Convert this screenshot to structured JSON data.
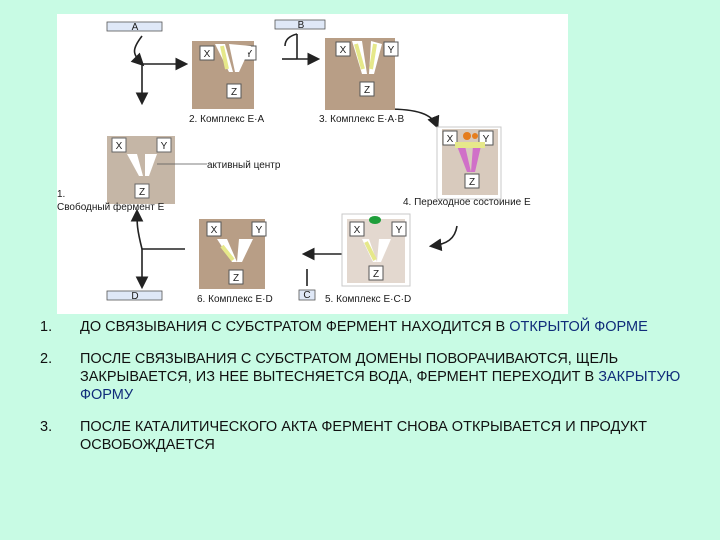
{
  "diagram": {
    "pointer_labels": [
      "A",
      "B",
      "D",
      "C"
    ],
    "states": [
      {
        "caption": "1.",
        "caption2": "Свободный фермент E"
      },
      {
        "caption": "2. Комплекс E·A"
      },
      {
        "caption": "3. Комплекс E·A·B"
      },
      {
        "caption": "4. Переходное состоиние E"
      },
      {
        "caption": "5. Комплекс E·C·D"
      },
      {
        "caption": "6. Комплекс E·D"
      }
    ],
    "active_center_label": "активный центр",
    "domain_letters": {
      "x": "X",
      "y": "Y",
      "z": "Z"
    }
  },
  "notes": [
    {
      "number": "1.",
      "text": "ДО СВЯЗЫВАНИЯ С СУБСТРАТОМ ФЕРМЕНТ НАХОДИТСЯ В ",
      "highlight": "ОТКРЫТОЙ ФОРМЕ",
      "tail": ""
    },
    {
      "number": "2.",
      "text": "ПОСЛЕ СВЯЗЫВАНИЯ С СУБСТРАТОМ ДОМЕНЫ ПОВОРАЧИВАЮТСЯ, ЩЕЛЬ ЗАКРЫВАЕТСЯ, ИЗ НЕЕ ВЫТЕСНЯЕТСЯ ВОДА, ФЕРМЕНТ ПЕРЕХОДИТ В ",
      "highlight": "ЗАКРЫТУЮ ФОРМУ",
      "tail": ""
    },
    {
      "number": "3.",
      "text": "ПОСЛЕ КАТАЛИТИЧЕСКОГО АКТА ФЕРМЕНТ СНОВА ОТКРЫВАЕТСЯ И ПРОДУКТ ОСВОБОЖДАЕТСЯ",
      "highlight": "",
      "tail": ""
    }
  ],
  "colors": {
    "page_bg": "#c8fbe4",
    "enzyme": "#b89e86",
    "highlight_text": "#102c7a",
    "active_site": "#1e9e3a",
    "transition": "#d070c8",
    "substrate_band": "#e6e88a"
  }
}
